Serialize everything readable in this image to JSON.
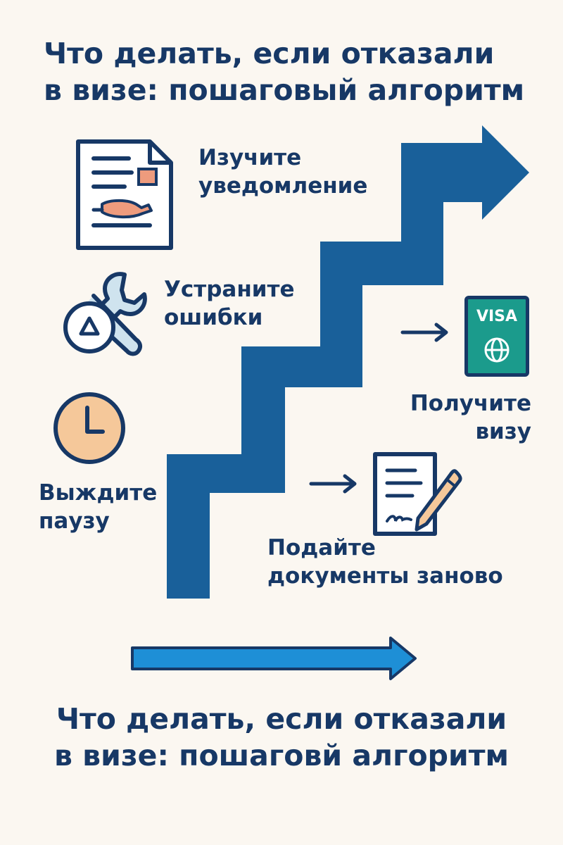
{
  "title": {
    "line1": "Что делать, если отказали",
    "line2": "в визе: пошаговый алгоритм"
  },
  "steps": [
    {
      "line1": "Изучите",
      "line2": "уведомление",
      "icon": "document-icon"
    },
    {
      "line1": "Устраните",
      "line2": "ошибки",
      "icon": "wrench-icon"
    },
    {
      "line1": "Выждите",
      "line2": "паузу",
      "icon": "clock-icon"
    },
    {
      "line1": "Подайте",
      "line2": "документы заново",
      "icon": "signed-document-icon"
    },
    {
      "line1": "Получите",
      "line2": "визу",
      "icon": "visa-passport-icon"
    }
  ],
  "visa_badge": "VISA",
  "footer_title": {
    "line1": "Что делать, если отказали",
    "line2": "в визе: пошаговй алгоритм"
  },
  "colors": {
    "background": "#fbf7f1",
    "navy": "#173866",
    "staircase": "#19609a",
    "bottom_arrow": "#1e8fd6",
    "teal": "#1b9b8c",
    "peach": "#f5c89a",
    "salmon": "#ee9b7d"
  }
}
